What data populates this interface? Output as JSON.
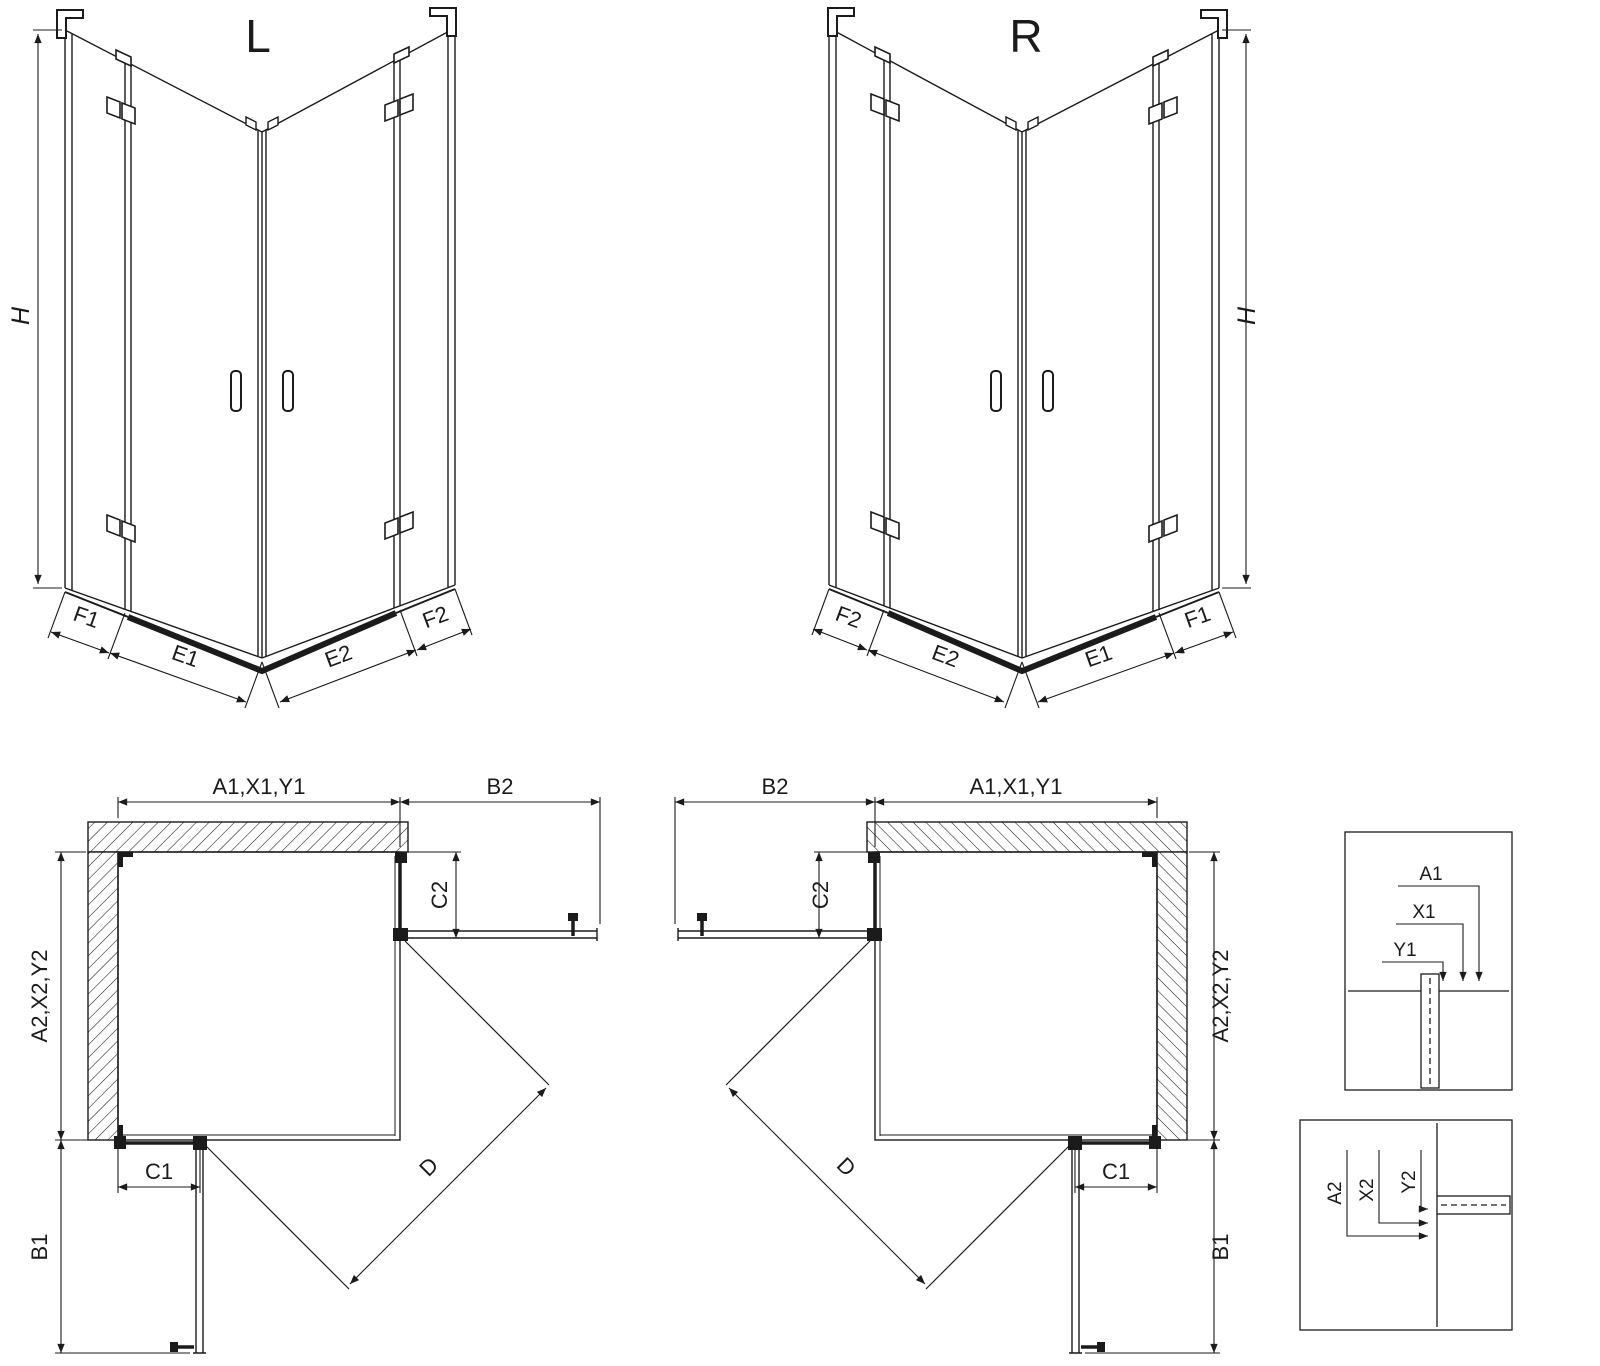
{
  "colors": {
    "line": "#1b1b1b",
    "background": "#ffffff"
  },
  "iso_left": {
    "title": "L",
    "height_label": "H",
    "bottom_labels": [
      "F1",
      "E1",
      "E2",
      "F2"
    ]
  },
  "iso_right": {
    "title": "R",
    "height_label": "H",
    "bottom_labels": [
      "F2",
      "E2",
      "E1",
      "F1"
    ]
  },
  "plan_left": {
    "top_width_label": "A1,X1,Y1",
    "door_width_label": "B2",
    "fixed_panel_side_label": "C2",
    "side_depth_label": "A2,X2,Y2",
    "fixed_panel_bottom_label": "C1",
    "door_bottom_label": "B1",
    "diagonal_label": "D"
  },
  "plan_right": {
    "top_width_label": "A1,X1,Y1",
    "door_width_label": "B2",
    "fixed_panel_side_label": "C2",
    "side_depth_label": "A2,X2,Y2",
    "fixed_panel_bottom_label": "C1",
    "door_bottom_label": "B1",
    "diagonal_label": "D"
  },
  "detail_top": {
    "labels": [
      "A1",
      "X1",
      "Y1"
    ]
  },
  "detail_bottom": {
    "labels": [
      "A2",
      "X2",
      "Y2"
    ]
  }
}
